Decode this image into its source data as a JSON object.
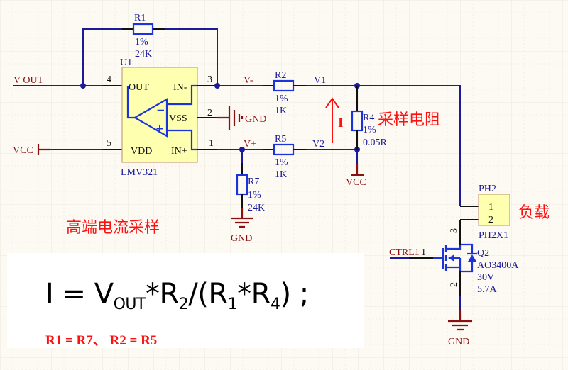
{
  "title_label": "高端电流采样",
  "sense_resistor_label": "采样电阻",
  "load_label": "负载",
  "current_arrow_label": "I",
  "colors": {
    "wire": "#1a1a9a",
    "component": "#1a33dd",
    "power": "#8b1010",
    "annotation": "#ff1010",
    "ic_fill": "#ffffb0",
    "background": "#fdfaf4"
  },
  "nets": {
    "vout": "V OUT",
    "vcc_left": "VCC",
    "vcc_bottom": "VCC",
    "gnd_u1": "GND",
    "gnd_r7": "GND",
    "gnd_q2": "GND",
    "v_minus": "V-",
    "v_plus": "V+",
    "v1": "V1",
    "v2": "V2",
    "ctrl": "CTRL1"
  },
  "u1": {
    "designator": "U1",
    "part": "LMV321",
    "pins": {
      "out": {
        "name": "OUT",
        "num": "4"
      },
      "in_minus": {
        "name": "IN-",
        "num": "3"
      },
      "vss": {
        "name": "VSS",
        "num": "2"
      },
      "vdd": {
        "name": "VDD",
        "num": "5"
      },
      "in_plus": {
        "name": "IN+",
        "num": "1"
      }
    },
    "minus_sign": "−",
    "plus_sign": "+"
  },
  "resistors": {
    "r1": {
      "designator": "R1",
      "tolerance": "1%",
      "value": "24K"
    },
    "r2": {
      "designator": "R2",
      "tolerance": "1%",
      "value": "1K"
    },
    "r4": {
      "designator": "R4",
      "tolerance": "1%",
      "value": "0.05R"
    },
    "r5": {
      "designator": "R5",
      "tolerance": "1%",
      "value": "1K"
    },
    "r7": {
      "designator": "R7",
      "tolerance": "1%",
      "value": "24K"
    }
  },
  "ph2": {
    "designator": "PH2",
    "part": "PH2X1",
    "pin1": "1",
    "pin2": "2"
  },
  "q2": {
    "designator": "Q2",
    "part": "AO3400A",
    "voltage": "30V",
    "current": "5.7A",
    "pin_gate": "1",
    "pin_drain": "3",
    "pin_source": "2"
  },
  "formula": {
    "lhs": "I = V",
    "vout_sub": "OUT",
    "mid": "*R",
    "r2_sub": "2",
    "open": "/(R",
    "r1_sub": "1",
    "times": "*R",
    "r4_sub": "4",
    "close": ") ;"
  },
  "note": "R1 = R7、 R2 = R5"
}
